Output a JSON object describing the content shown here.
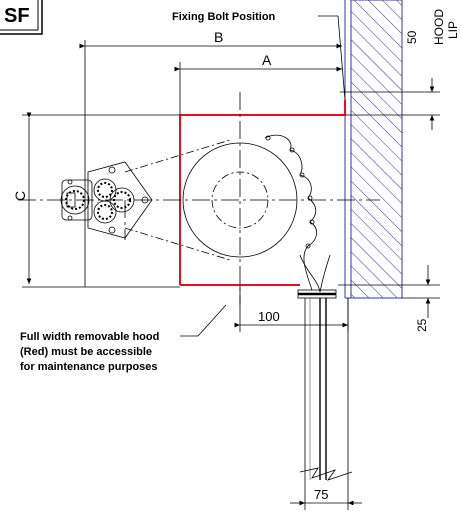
{
  "corner_label": "SF",
  "dimensions": {
    "a": "A",
    "b": "B",
    "c": "C",
    "hood_lip_value": "50",
    "hood_lip_line1": "HOOD",
    "hood_lip_line2": "LIP",
    "bottom_offset": "25",
    "offset_100": "100",
    "width_75": "75"
  },
  "notes": {
    "fixing_bolt": "Fixing Bolt Position",
    "hood_line1": "Full width removable hood",
    "hood_line2": "(Red) must be accessible",
    "hood_line3": "for maintenance purposes"
  },
  "colors": {
    "hood": "#e01020",
    "line": "#000000",
    "hatch": "#3333aa"
  }
}
